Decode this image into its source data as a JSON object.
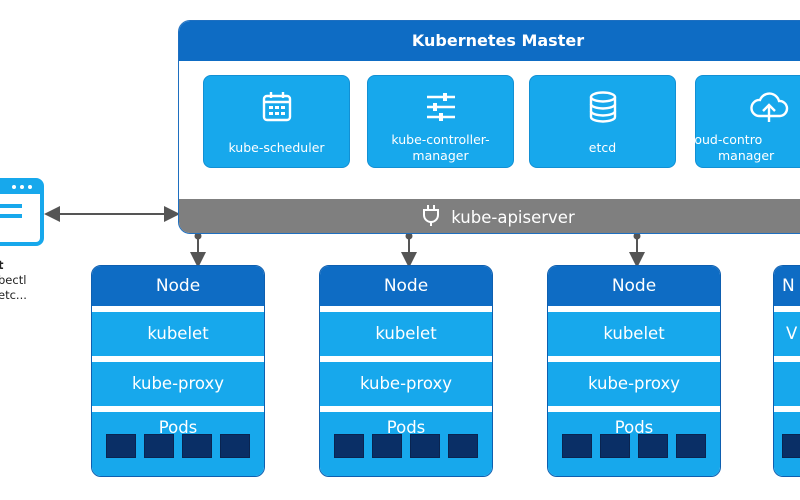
{
  "master": {
    "title": "Kubernetes Master",
    "components": [
      {
        "line1": "kube-scheduler",
        "line2": "",
        "icon": "calendar-icon"
      },
      {
        "line1": "kube-controller-",
        "line2": "manager",
        "icon": "sliders-icon"
      },
      {
        "line1": "etcd",
        "line2": "",
        "icon": "database-icon"
      },
      {
        "line1": "cloud-contro",
        "line2": "manager",
        "icon": "cloud-upload-icon"
      }
    ],
    "apiserver": {
      "label": "kube-apiserver",
      "icon": "plug-icon"
    }
  },
  "client": {
    "line1": "t",
    "line2": "bectl",
    "line3": "etc...",
    "icon": "browser-window-icon"
  },
  "nodes": [
    {
      "title": "Node",
      "kubelet": "kubelet",
      "proxy": "kube-proxy",
      "pods": "Pods"
    },
    {
      "title": "Node",
      "kubelet": "kubelet",
      "proxy": "kube-proxy",
      "pods": "Pods"
    },
    {
      "title": "Node",
      "kubelet": "kubelet",
      "proxy": "kube-proxy",
      "pods": "Pods"
    },
    {
      "title": "N",
      "kubelet": "V",
      "proxy": "",
      "pods": ""
    }
  ],
  "colors": {
    "master_header": "#0e6cc4",
    "component": "#17a8ec",
    "apiserver": "#7f7f7f",
    "pod": "#0a2f66",
    "connector": "#555555"
  }
}
